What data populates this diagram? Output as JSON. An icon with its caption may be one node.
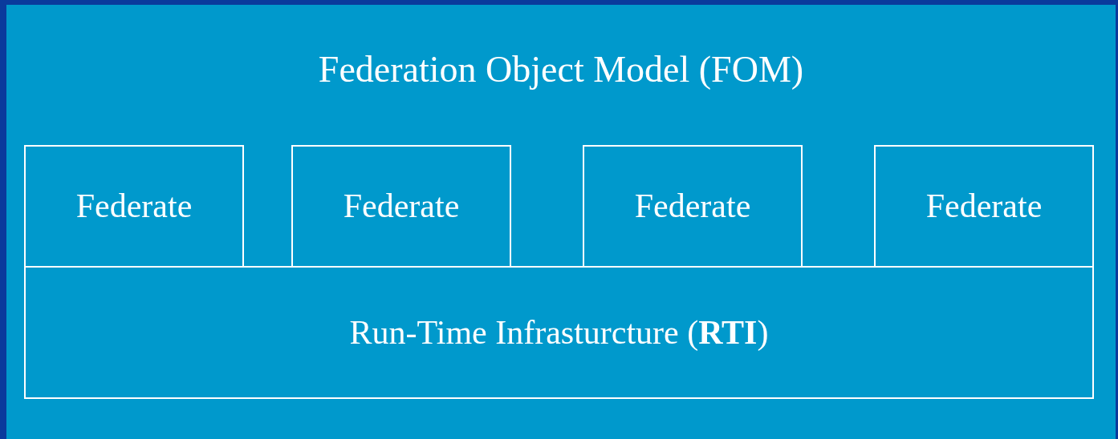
{
  "diagram": {
    "nodes": [
      {
        "text": [
          "Federation Object Model (FOM)"
        ]
      },
      {
        "text": [
          "Federate"
        ],
        "in": 0
      },
      {
        "text": [
          "Federate"
        ],
        "in": 0
      },
      {
        "text": [
          "Federate"
        ],
        "in": 0
      },
      {
        "text": [
          "Federate"
        ],
        "in": 0
      },
      {
        "text": [
          "Run-Time Infrasturcture (**RTI**)"
        ],
        "in": 0
      }
    ]
  }
}
